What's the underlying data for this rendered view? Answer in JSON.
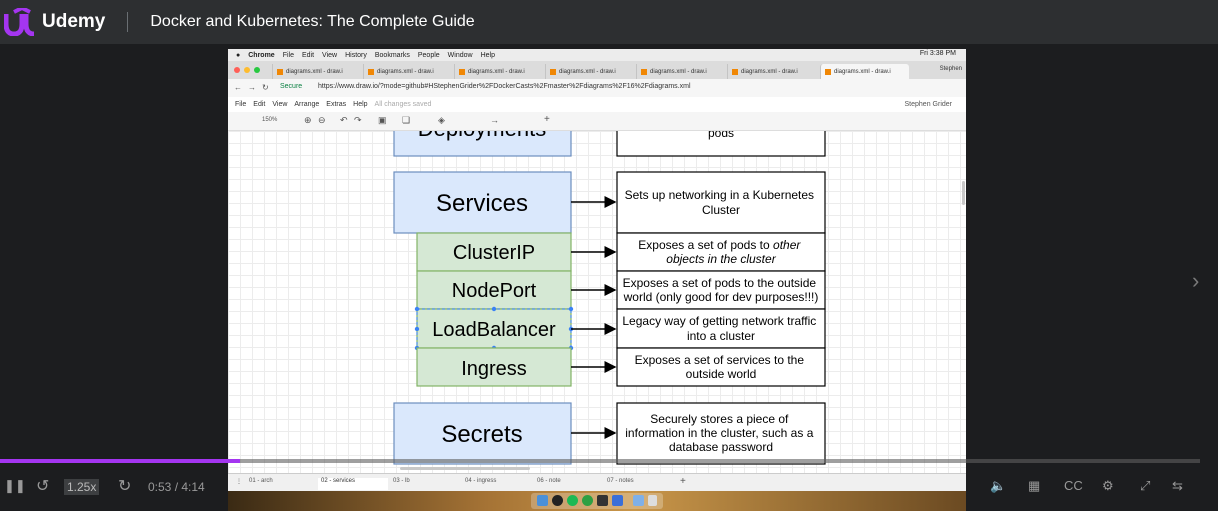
{
  "header": {
    "brand": "Udemy",
    "course_title": "Docker and Kubernetes: The Complete Guide"
  },
  "mac_menu": {
    "items": [
      "Chrome",
      "File",
      "Edit",
      "View",
      "History",
      "Bookmarks",
      "People",
      "Window",
      "Help"
    ],
    "clock": "Fri 3:38 PM"
  },
  "browser": {
    "tabs": [
      "diagrams.xml - draw.i",
      "diagrams.xml - draw.i",
      "diagrams.xml - draw.i",
      "diagrams.xml - draw.i",
      "diagrams.xml - draw.i",
      "diagrams.xml - draw.i",
      "diagrams.xml - draw.i"
    ],
    "user": "Stephen",
    "secure_label": "Secure",
    "url": "https://www.draw.io/?mode=github#HStephenGrider%2FDockerCasts%2Fmaster%2Fdiagrams%2F16%2Fdiagrams.xml"
  },
  "drawio": {
    "menu": [
      "File",
      "Edit",
      "View",
      "Arrange",
      "Extras",
      "Help"
    ],
    "saved_status": "All changes saved",
    "user_name": "Stephen Grider",
    "zoom": "150%",
    "page_tabs": [
      "01 - arch",
      "02 - services",
      "03 - lb",
      "04 - ingress",
      "06 - note",
      "07 - notes"
    ],
    "active_page_index": 1
  },
  "diagram": {
    "top_left_partial": "Deployments",
    "top_right_partial": "pods",
    "services_label": "Services",
    "services_desc": "Sets up networking in a Kubernetes Cluster",
    "sub_items": [
      {
        "label": "ClusterIP",
        "desc": "Exposes a set of pods to ",
        "desc_italic": "other objects in the cluster"
      },
      {
        "label": "NodePort",
        "desc": "Exposes a set of pods to the outside world (only good for dev purposes!!!)",
        "desc_italic": ""
      },
      {
        "label": "LoadBalancer",
        "desc": "Legacy way of getting network traffic into a cluster",
        "desc_italic": ""
      },
      {
        "label": "Ingress",
        "desc": "Exposes a set of services to the outside world",
        "desc_italic": ""
      }
    ],
    "secrets_label": "Secrets",
    "secrets_desc": "Securely stores a piece of information in the cluster, such as a database password",
    "colors": {
      "blue_fill": "#dae8fc",
      "blue_stroke": "#6c8ebf",
      "green_fill": "#d5e8d4",
      "green_stroke": "#82b366",
      "selection": "#3b82f6"
    }
  },
  "player": {
    "speed": "1.25x",
    "time": "0:53 / 4:14",
    "progress": 0.2
  }
}
